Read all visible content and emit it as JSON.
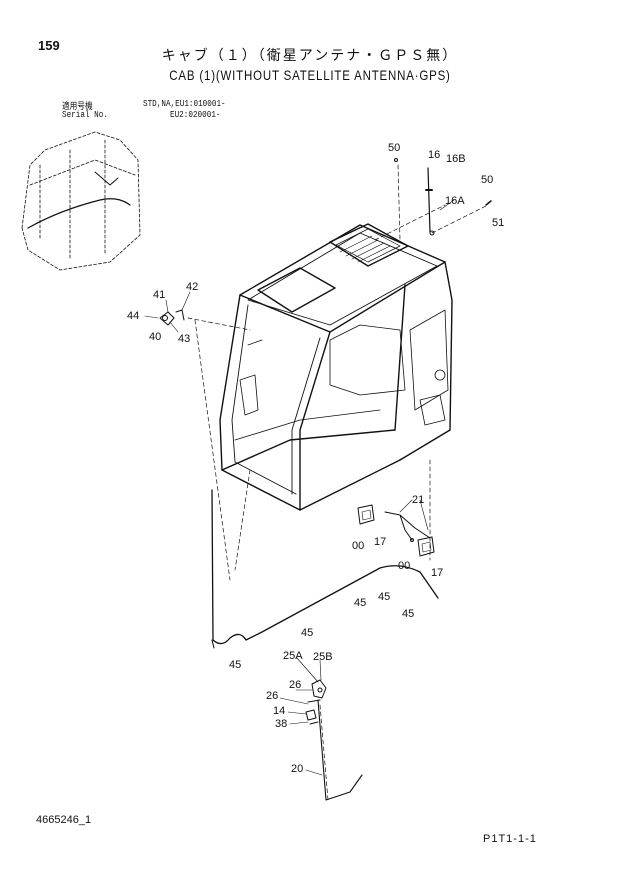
{
  "header": {
    "page_number": "159",
    "title_jp": "キャブ（１）（衛星アンテナ・ＧＰＳ無）",
    "title_en": "CAB (1)(WITHOUT SATELLITE ANTENNA·GPS)",
    "serial_label_jp": "適用号機",
    "serial_label_en": "Serial No.",
    "serial_line1": "STD,NA,EU1:010001-",
    "serial_line2": "EU2:020001-"
  },
  "footer": {
    "drawing_number": "4665246_1",
    "figure_code": "P1T1-1-1"
  },
  "callouts": {
    "c50a": "50",
    "c16": "16",
    "c16b": "16B",
    "c50b": "50",
    "c16a": "16A",
    "c51": "51",
    "c42": "42",
    "c41": "41",
    "c44": "44",
    "c40": "40",
    "c43": "43",
    "c21": "21",
    "c17a": "17",
    "c00a": "00",
    "c00b": "00",
    "c17b": "17",
    "c45a": "45",
    "c45b": "45",
    "c45c": "45",
    "c45d": "45",
    "c45e": "45",
    "c25a": "25A",
    "c25b": "25B",
    "c26": "26",
    "c26b": "26",
    "c14": "14",
    "c38": "38",
    "c20": "20"
  }
}
